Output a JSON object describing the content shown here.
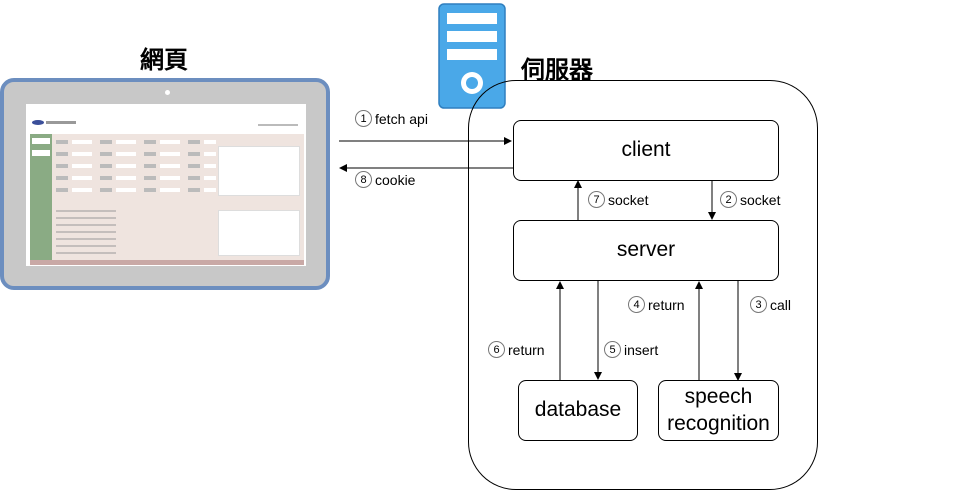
{
  "diagram": {
    "browser_title": "網頁",
    "server_title": "伺服器",
    "nodes": {
      "client": "client",
      "server": "server",
      "database": "database",
      "speech_recognition": "speech\nrecognition"
    },
    "edges": {
      "e1": {
        "num": "1",
        "text": "fetch api"
      },
      "e8": {
        "num": "8",
        "text": "cookie"
      },
      "e7": {
        "num": "7",
        "text": "socket"
      },
      "e2": {
        "num": "2",
        "text": "socket"
      },
      "e4": {
        "num": "4",
        "text": "return"
      },
      "e3": {
        "num": "3",
        "text": "call"
      },
      "e6": {
        "num": "6",
        "text": "return"
      },
      "e5": {
        "num": "5",
        "text": "insert"
      }
    },
    "colors": {
      "tablet_frame": "#6c8ebf",
      "tablet_bezel": "#c8c8c8",
      "server_icon": "#4aa8e8",
      "app_sidebar": "#8aab84",
      "app_panel": "#efe4df"
    }
  }
}
